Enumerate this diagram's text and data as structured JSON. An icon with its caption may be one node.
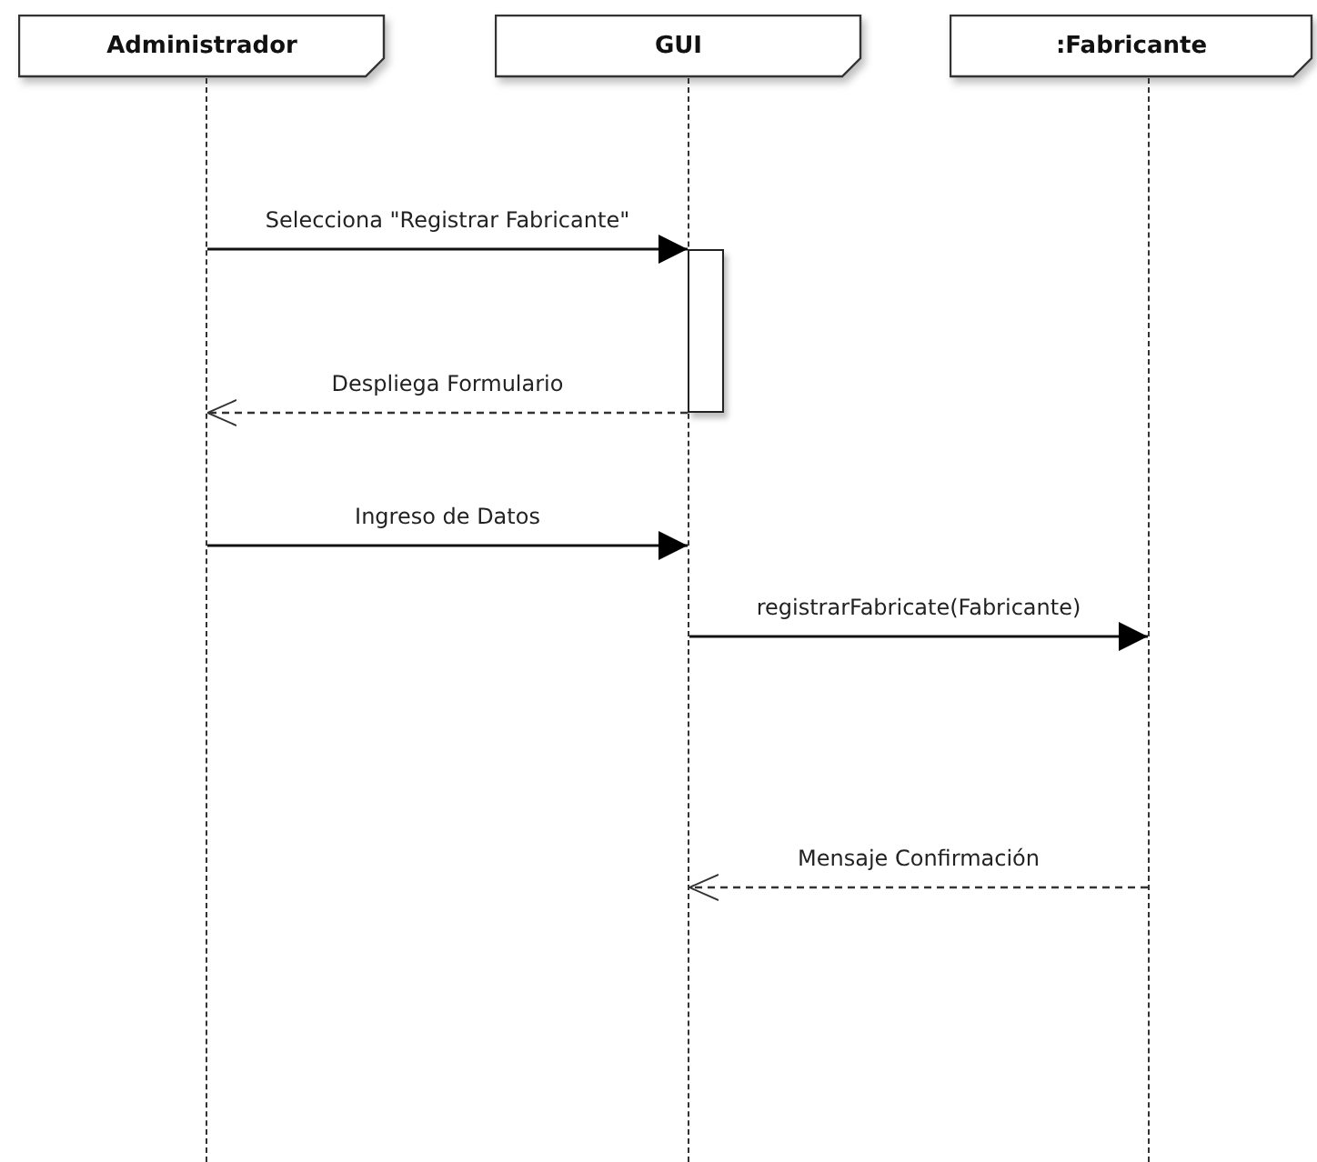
{
  "diagram": {
    "nodes": [
      {
        "text": [
          "Administrador"
        ]
      },
      {
        "text": [
          "GUI"
        ]
      },
      {
        "text": [
          ":Fabricante"
        ]
      },
      {
        "text": [],
        "shape": "line"
      },
      {
        "text": [],
        "shape": "line"
      },
      {
        "text": [],
        "shape": "line"
      },
      {
        "text": [],
        "shape": "bar"
      }
    ],
    "edges": [
      {
        "from": 3,
        "to": 6,
        "arrow": "to",
        "label": "Selecciona \"Registrar Fabricante\""
      },
      {
        "from": 6,
        "to": 3,
        "arrow": "to",
        "label": "Despliega Formulario",
        "style": "dashed"
      },
      {
        "from": 3,
        "to": 4,
        "arrow": "to",
        "label": "Ingreso de Datos"
      },
      {
        "from": 4,
        "to": 5,
        "arrow": "to",
        "label": "registrarFabricate(Fabricante)"
      },
      {
        "from": 5,
        "to": 4,
        "arrow": "to",
        "label": "Mensaje Confirmación",
        "style": "dashed"
      }
    ]
  }
}
